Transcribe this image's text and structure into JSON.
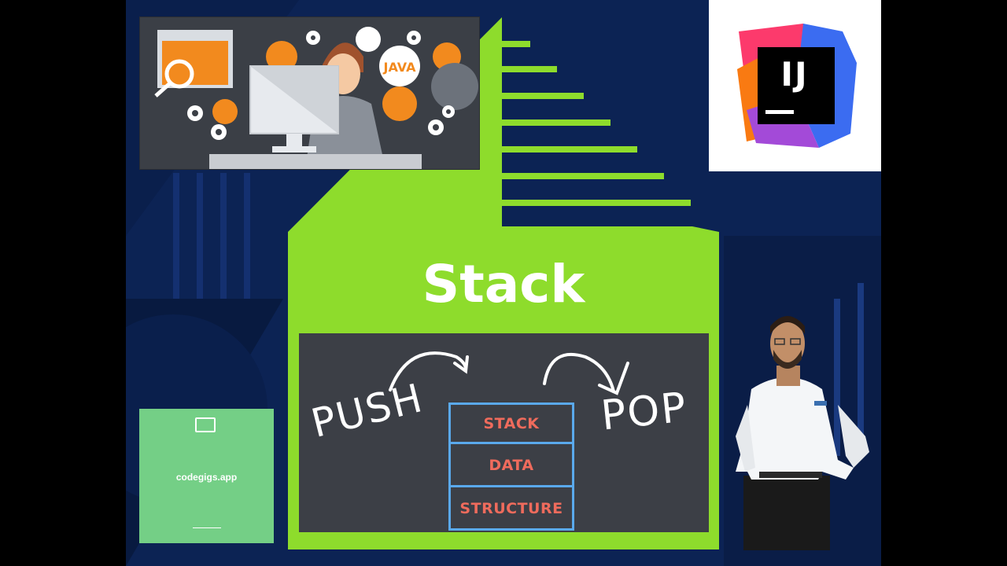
{
  "title": "Stack",
  "thumbnail": {
    "illustration_badge": "JAVA",
    "logo_text": "IJ",
    "board": {
      "push_label": "PUSH",
      "pop_label": "POP",
      "stack_items": [
        "STACK",
        "DATA",
        "STRUCTURE"
      ]
    },
    "card": {
      "site": "codegigs.app"
    }
  },
  "colors": {
    "background": "#0c2354",
    "accent_green": "#8edc2c",
    "board": "#3c3f46",
    "stack_outline": "#5aa9ec",
    "stack_text": "#ef6b5c",
    "card_green": "#74cf86",
    "orange": "#f28a1e"
  }
}
